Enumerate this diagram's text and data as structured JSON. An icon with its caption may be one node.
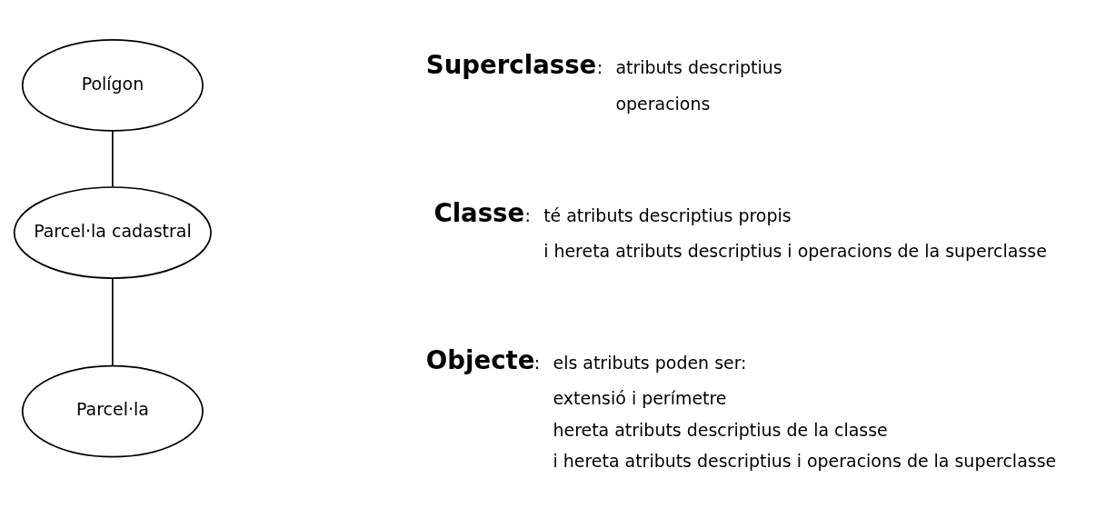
{
  "diagram": {
    "nodes": [
      {
        "text": [
          "Polígon"
        ],
        "beside": [
          "**Superclasse**:",
          "atributs descriptius",
          "operacions"
        ]
      },
      {
        "text": [
          "Parcel·la cadastral"
        ],
        "beside": [
          "**Classe**:",
          "té atributs descriptius propis",
          "i hereta atributs descriptius i operacions de la superclasse"
        ]
      },
      {
        "text": [
          "Parcel·la"
        ],
        "beside": [
          "**Objecte**:",
          "els atributs poden ser:",
          "extensió i perímetre",
          "hereta atributs descriptius de la classe",
          "i hereta atributs descriptius i operacions de la superclasse"
        ]
      }
    ],
    "edges": [
      {
        "from": 0,
        "to": 1,
        "arrow": "none"
      },
      {
        "from": 1,
        "to": 2,
        "arrow": "none"
      }
    ]
  }
}
